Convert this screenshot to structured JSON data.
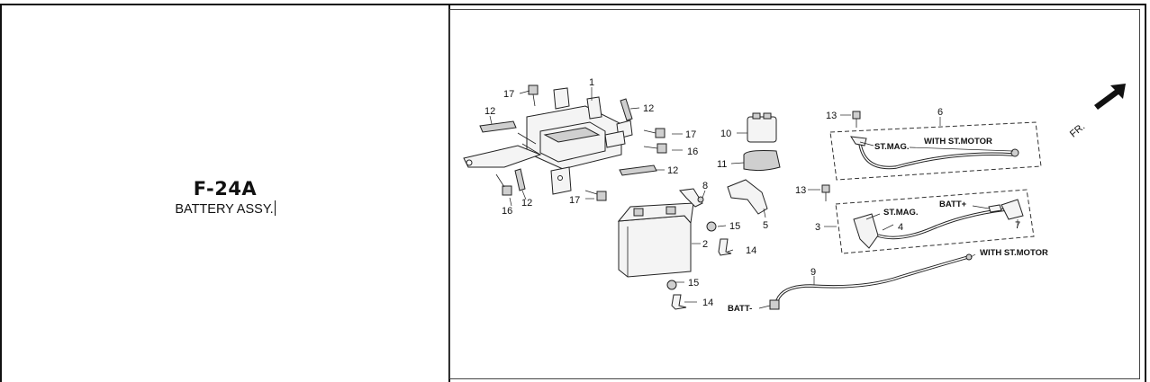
{
  "section": {
    "code": "F-24A",
    "title": "BATTERY ASSY."
  },
  "diagram": {
    "front_label": "FR.",
    "callouts": {
      "c1": "1",
      "c2": "2",
      "c3": "3",
      "c4": "4",
      "c5": "5",
      "c6": "6",
      "c7": "7",
      "c8": "8",
      "c9": "9",
      "c10": "10",
      "c11": "11",
      "c12a": "12",
      "c12b": "12",
      "c12c": "12",
      "c12d": "12",
      "c13a": "13",
      "c13b": "13",
      "c14a": "14",
      "c14b": "14",
      "c15a": "15",
      "c15b": "15",
      "c16a": "16",
      "c16b": "16",
      "c17a": "17",
      "c17b": "17",
      "c17c": "17"
    },
    "annotations": {
      "st_mag_1": "ST.MAG.",
      "with_st_motor_1": "WITH ST.MOTOR",
      "st_mag_2": "ST.MAG.",
      "batt_plus": "BATT+",
      "with_st_motor_2": "WITH ST.MOTOR",
      "batt_minus": "BATT-"
    }
  }
}
